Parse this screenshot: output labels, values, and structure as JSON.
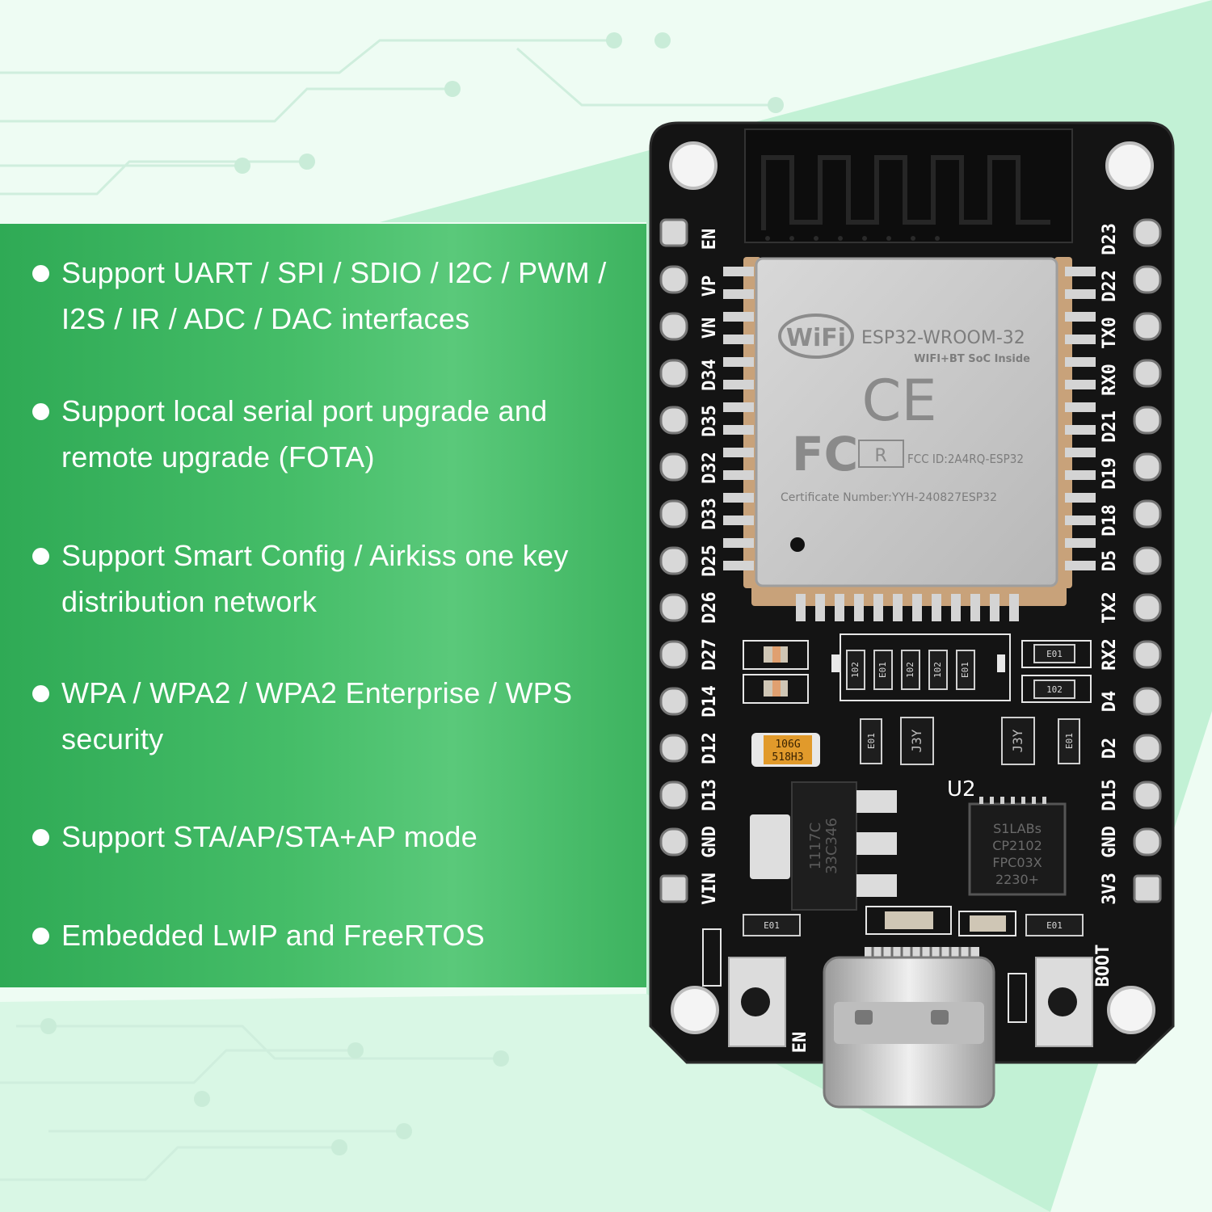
{
  "features": [
    {
      "text": "Support UART / SPI / SDIO / I2C / PWM / I2S / IR / ADC / DAC interfaces"
    },
    {
      "text": "Support local serial port upgrade and remote upgrade (FOTA)"
    },
    {
      "text": "Support Smart Config / Airkiss one key distribution network"
    },
    {
      "text": "WPA / WPA2 / WPA2 Enterprise / WPS security"
    },
    {
      "text": "Support STA/AP/STA+AP mode"
    },
    {
      "text": "Embedded LwIP and FreeRTOS"
    }
  ],
  "board": {
    "module_name": "ESP32-WROOM-32",
    "module_sub": "WIFI+BT SoC Inside",
    "wifi_logo": "WiFi",
    "ce_mark": "CE",
    "fc_mark": "FC",
    "r_mark": "R",
    "fcc_id": "FCC ID:2A4RQ-ESP32",
    "certificate": "Certificate Number:YYH-240827ESP32",
    "left_pins": [
      "EN",
      "VP",
      "VN",
      "D34",
      "D35",
      "D32",
      "D33",
      "D25",
      "D26",
      "D27",
      "D14",
      "D12",
      "D13",
      "GND",
      "VIN"
    ],
    "right_pins": [
      "D23",
      "D22",
      "TX0",
      "RX0",
      "D21",
      "D19",
      "D18",
      "D5",
      "TX2",
      "RX2",
      "D4",
      "D2",
      "D15",
      "GND",
      "3V3"
    ],
    "u2_label": "U2",
    "usb_chip": [
      "S1LABs",
      "CP2102",
      "FPC03X",
      "2230+"
    ],
    "regulator": [
      "1117C",
      "33C346"
    ],
    "capacitor": [
      "106G",
      "518H3"
    ],
    "transistor_label": "J3Y",
    "button_left": "EN",
    "button_right": "BOOT",
    "resistor_codes": [
      "E01",
      "102",
      "E01",
      "102",
      "E01",
      "E01",
      "102",
      "E01",
      "E01",
      "E01"
    ]
  },
  "colors": {
    "panel": "#3db35f",
    "pcb": "#141414",
    "module_shield": "#c9c9c9",
    "background": "#eafbf1"
  },
  "icons": [
    "wifi-logo",
    "ce-mark",
    "fcc-mark",
    "usb-c-port",
    "push-button"
  ]
}
